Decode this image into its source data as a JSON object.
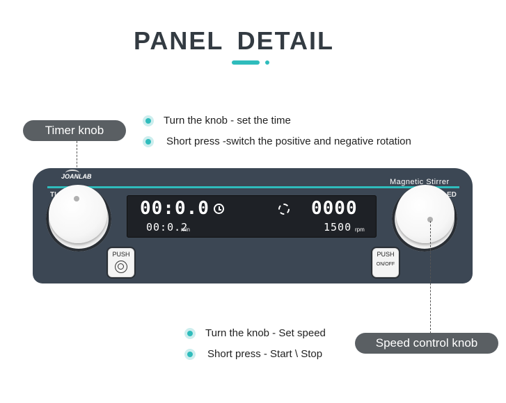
{
  "title": "PANEL  DETAIL",
  "timer_label": "Timer knob",
  "speed_label": "Speed control knob",
  "timer_notes": [
    "Turn the knob - set the time",
    "Short press -switch the positive and negative rotation"
  ],
  "speed_notes": [
    "Turn the knob - Set speed",
    "Short press - Start \\ Stop"
  ],
  "panel": {
    "brand": "JOANLAB",
    "model": "Magnetic  Stirrer",
    "left_edge_label": "TI",
    "right_edge_label": "ED",
    "time_set": "00:0.0",
    "time_actual": "00:0.2",
    "time_unit": "min",
    "speed_set": "0000",
    "speed_actual": "1500",
    "speed_unit": "rpm",
    "push_left": "PUSH",
    "push_right": "PUSH",
    "push_right_sub": "ON/OFF"
  },
  "colors": {
    "accent": "#2fbcbc",
    "panel": "#3c4754",
    "pill": "#5a5f63"
  },
  "icons": [
    "clock-icon",
    "rotate-icon",
    "power-icon"
  ]
}
